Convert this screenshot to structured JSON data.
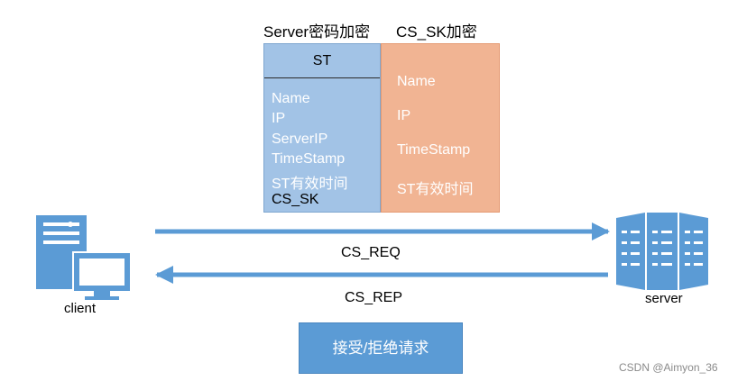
{
  "titles": {
    "server_encrypt": "Server密码加密",
    "cs_sk_encrypt": "CS_SK加密"
  },
  "st_box": {
    "header": "ST",
    "fields": [
      "Name",
      "IP",
      "ServerIP",
      "TimeStamp",
      "ST有效时间",
      "CS_SK"
    ]
  },
  "cs_box": {
    "fields": [
      "Name",
      "IP",
      "TimeStamp",
      "ST有效时间"
    ]
  },
  "arrows": {
    "request": "CS_REQ",
    "reply": "CS_REP"
  },
  "nodes": {
    "client": "client",
    "server": "server"
  },
  "result": "接受/拒绝请求",
  "watermark": "CSDN @Aimyon_36",
  "colors": {
    "st_box": "#a2c3e6",
    "cs_box": "#f1b493",
    "arrow": "#5b9bd5",
    "icon": "#5b9bd5",
    "result_box": "#5b9bd5"
  }
}
